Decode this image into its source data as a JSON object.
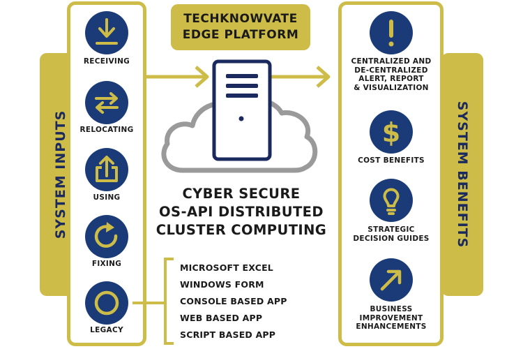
{
  "header": {
    "line1": "TECHKNOWVATE",
    "line2": "EDGE PLATFORM"
  },
  "left_label": "SYSTEM INPUTS",
  "right_label": "SYSTEM BENEFITS",
  "inputs": [
    {
      "label": "RECEIVING",
      "icon": "download-arrow-icon"
    },
    {
      "label": "RELOCATING",
      "icon": "swap-arrows-icon"
    },
    {
      "label": "USING",
      "icon": "upload-arrow-icon"
    },
    {
      "label": "FIXING",
      "icon": "refresh-arrow-icon"
    },
    {
      "label": "LEGACY",
      "icon": "ring-icon"
    }
  ],
  "benefits": [
    {
      "lines": [
        "CENTRALIZED AND",
        "DE-CENTRALIZED",
        "ALERT, REPORT",
        "& VISUALIZATION"
      ],
      "icon": "exclamation-icon"
    },
    {
      "lines": [
        "COST BENEFITS"
      ],
      "icon": "dollar-icon"
    },
    {
      "lines": [
        "STRATEGIC",
        "DECISION GUIDES"
      ],
      "icon": "lightbulb-icon"
    },
    {
      "lines": [
        "BUSINESS",
        "IMPROVEMENT",
        "ENHANCEMENTS"
      ],
      "icon": "diagonal-arrow-icon"
    }
  ],
  "center": {
    "line1": "CYBER SECURE",
    "line2": "OS-API DISTRIBUTED",
    "line3": "CLUSTER COMPUTING"
  },
  "legacy_apps": [
    "MICROSOFT EXCEL",
    "WINDOWS FORM",
    "CONSOLE BASED APP",
    "WEB BASED APP",
    "SCRIPT BASED APP"
  ],
  "colors": {
    "olive": "#cdbd48",
    "navy": "#1b3b78",
    "server_border": "#1b2a5e",
    "cloud_gray": "#9a9a9a"
  }
}
